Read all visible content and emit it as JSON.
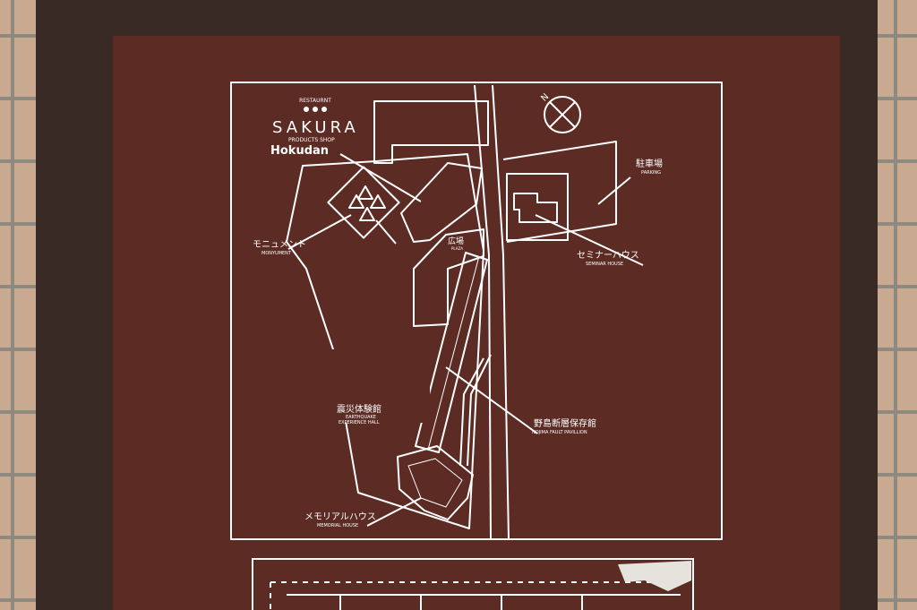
{
  "sign": {
    "restaurant_label": "RESTAURNT",
    "brand_name": "SAKURA",
    "products_shop_label": "PRODUCTS SHOP",
    "hokudan_label": "Hokudan",
    "places": {
      "parking": {
        "ja": "駐車場",
        "en": "PARKING"
      },
      "monument": {
        "ja": "モニュメント",
        "en": "MONYUMENT"
      },
      "plaza": {
        "ja": "広場",
        "en": "PLAZA"
      },
      "seminar_house": {
        "ja": "セミナーハウス",
        "en": "SEMINAR HOUSE"
      },
      "earthquake_hall": {
        "ja": "震災体験館",
        "en_line1": "EARTHQUAKE",
        "en_line2": "EXPERIENCE HALL"
      },
      "fault_pavilion": {
        "ja": "野島断層保存館",
        "en": "NOJIMA FAULT PAVILLION"
      },
      "memorial_house": {
        "ja": "メモリアルハウス",
        "en": "MEMORIAL HOUSE"
      }
    },
    "compass": "N"
  },
  "colors": {
    "board": "#5b2b24",
    "frame": "#3a2a26",
    "line": "#ffffff",
    "brick": "#c9a98f"
  }
}
